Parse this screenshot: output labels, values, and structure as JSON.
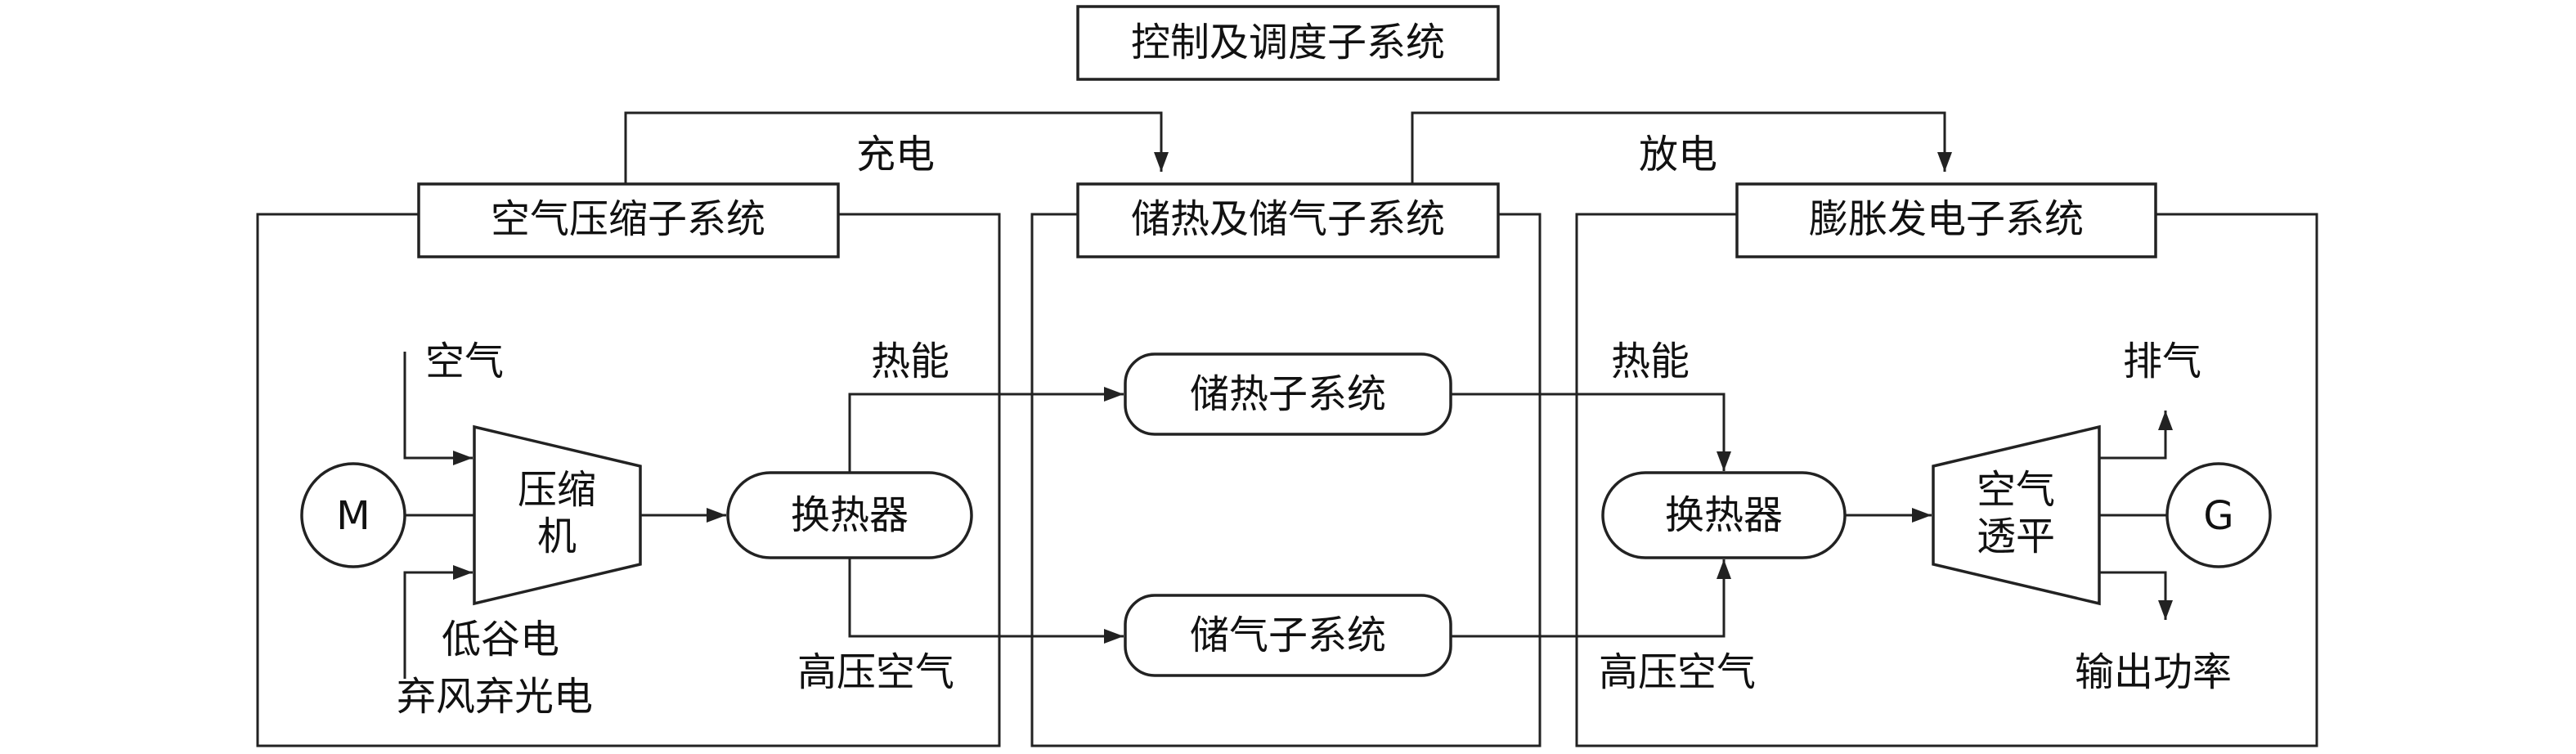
{
  "control": {
    "title": "控制及调度子系统"
  },
  "flows": {
    "charge": "充电",
    "discharge": "放电"
  },
  "compression": {
    "title": "空气压缩子系统",
    "air_in": "空气",
    "motor": "M",
    "compressor_line1": "压缩",
    "compressor_line2": "机",
    "heat_exchanger": "换热器",
    "thermal_energy": "热能",
    "high_pressure_air": "高压空气",
    "valley_power": "低谷电",
    "curtailed_power": "弃风弃光电"
  },
  "storage": {
    "title": "储热及储气子系统",
    "heat_storage": "储热子系统",
    "gas_storage": "储气子系统"
  },
  "expansion": {
    "title": "膨胀发电子系统",
    "thermal_energy": "热能",
    "heat_exchanger": "换热器",
    "high_pressure_air": "高压空气",
    "turbine_line1": "空气",
    "turbine_line2": "透平",
    "generator": "G",
    "exhaust": "排气",
    "power_output": "输出功率"
  }
}
